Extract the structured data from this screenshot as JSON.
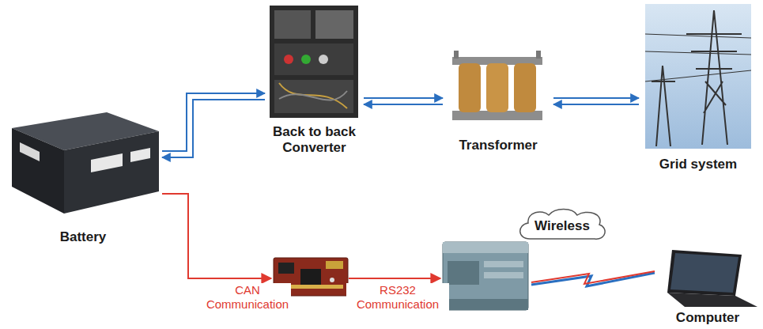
{
  "diagram": {
    "nodes": [
      {
        "text": [
          "Battery"
        ]
      },
      {
        "text": [
          "Back to back Converter"
        ]
      },
      {
        "text": [
          "Transformer"
        ]
      },
      {
        "text": [
          "Grid system"
        ]
      },
      {
        "text": [
          "Wireless"
        ]
      },
      {
        "text": [
          "Computer"
        ]
      }
    ],
    "edges": [
      {
        "from": 0,
        "to": 1,
        "arrow": "both"
      },
      {
        "from": 1,
        "to": 2,
        "arrow": "both"
      },
      {
        "from": 2,
        "to": 3,
        "arrow": "both"
      }
    ],
    "labels": [
      "CAN Communication",
      "RS232 Communication"
    ]
  }
}
